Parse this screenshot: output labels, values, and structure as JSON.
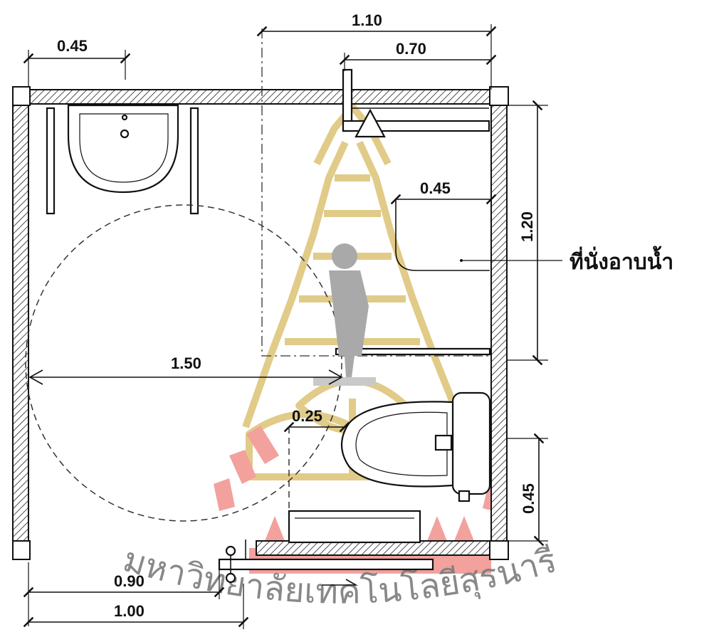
{
  "diagram": {
    "dimensions": {
      "basin_width": "0.45",
      "door_to_wall": "1.10",
      "shower_rail": "0.70",
      "seat_depth": "0.45",
      "seat_length": "1.20",
      "turning_circle": "1.50",
      "toilet_offset": "0.25",
      "toilet_height": "0.45",
      "door_clear": "0.90",
      "door_overall": "1.00"
    },
    "labels": {
      "shower_seat": "ที่นั่งอาบน้ำ"
    },
    "watermark": {
      "text": "มหาวิทยาลัยเทคโนโลยีสุรนารี",
      "colors": [
        "#c9a227",
        "#e8554e"
      ]
    }
  }
}
